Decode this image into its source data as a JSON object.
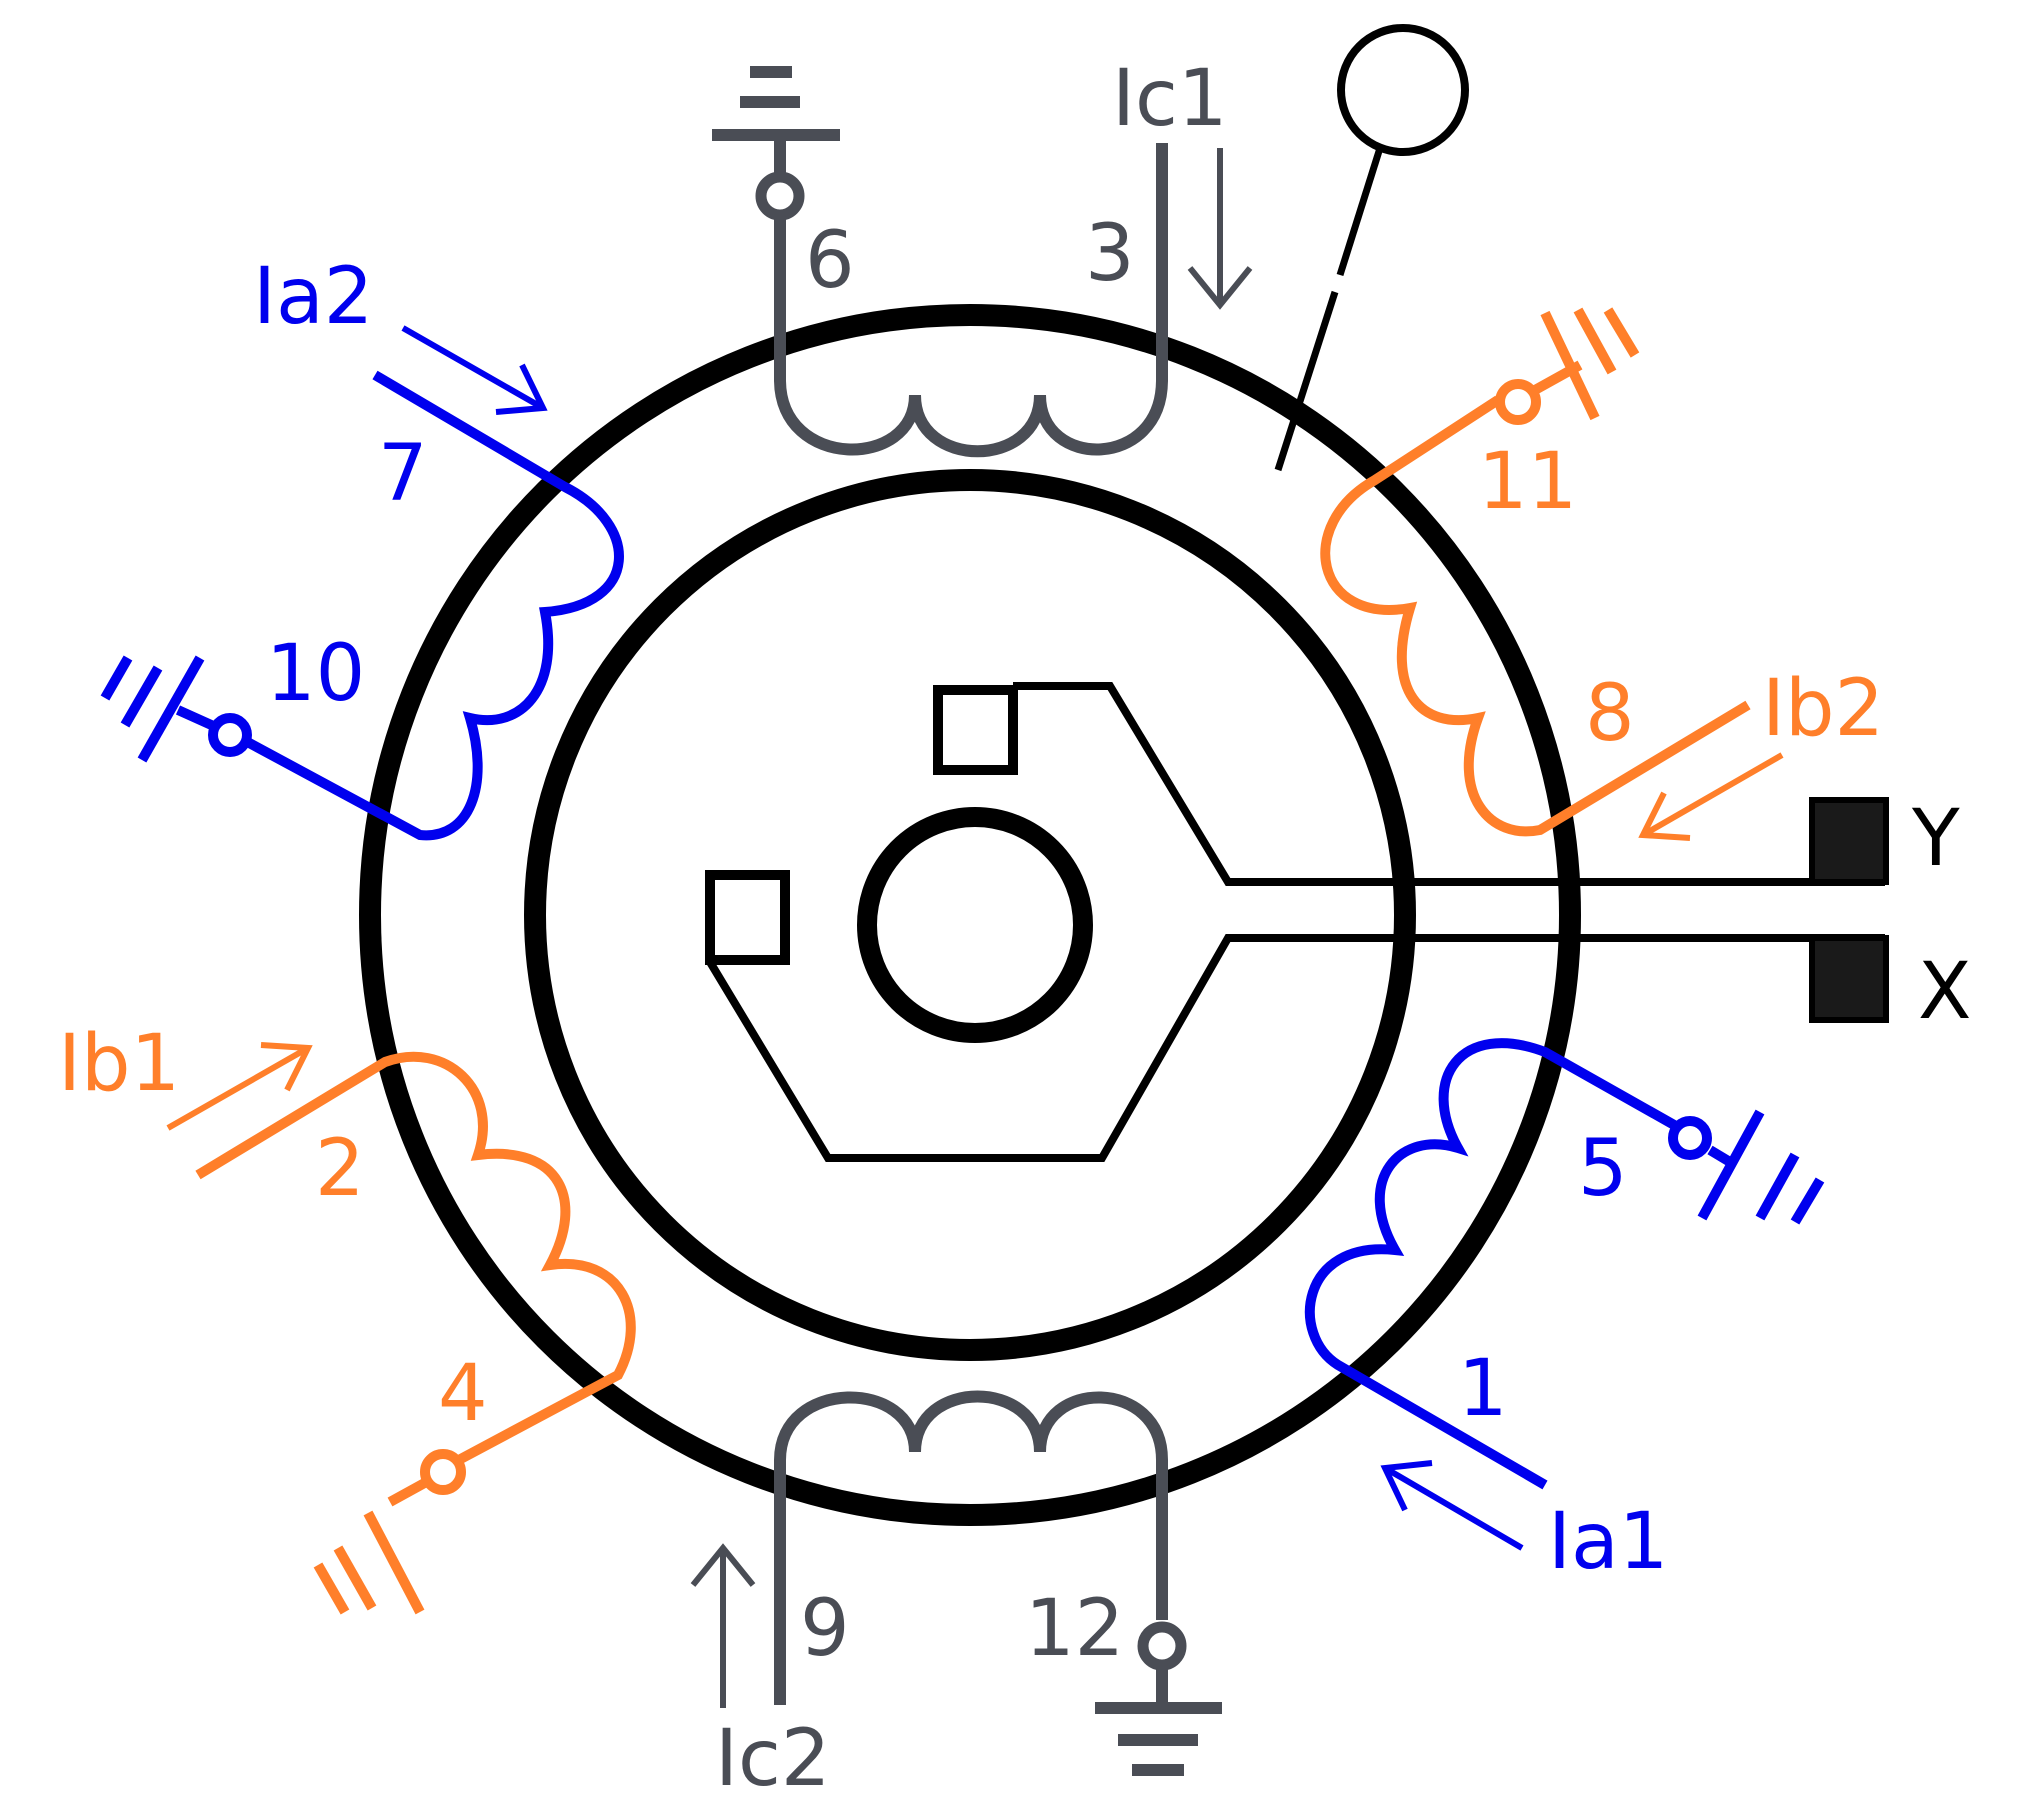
{
  "colors": {
    "phase_a": "#0000ee",
    "phase_b": "#ff7f2a",
    "phase_c": "#4a4d55",
    "structure": "#000000",
    "terminal_fill": "#1a1a1a"
  },
  "currents": {
    "ia1": "Ia1",
    "ia2": "Ia2",
    "ib1": "Ib1",
    "ib2": "Ib2",
    "ic1": "Ic1",
    "ic2": "Ic2"
  },
  "pins": {
    "p1": "1",
    "p2": "2",
    "p3": "3",
    "p4": "4",
    "p5": "5",
    "p6": "6",
    "p7": "7",
    "p8": "8",
    "p9": "9",
    "p10": "10",
    "p11": "11",
    "p12": "12"
  },
  "terminals": {
    "y": "Y",
    "x": "X"
  }
}
